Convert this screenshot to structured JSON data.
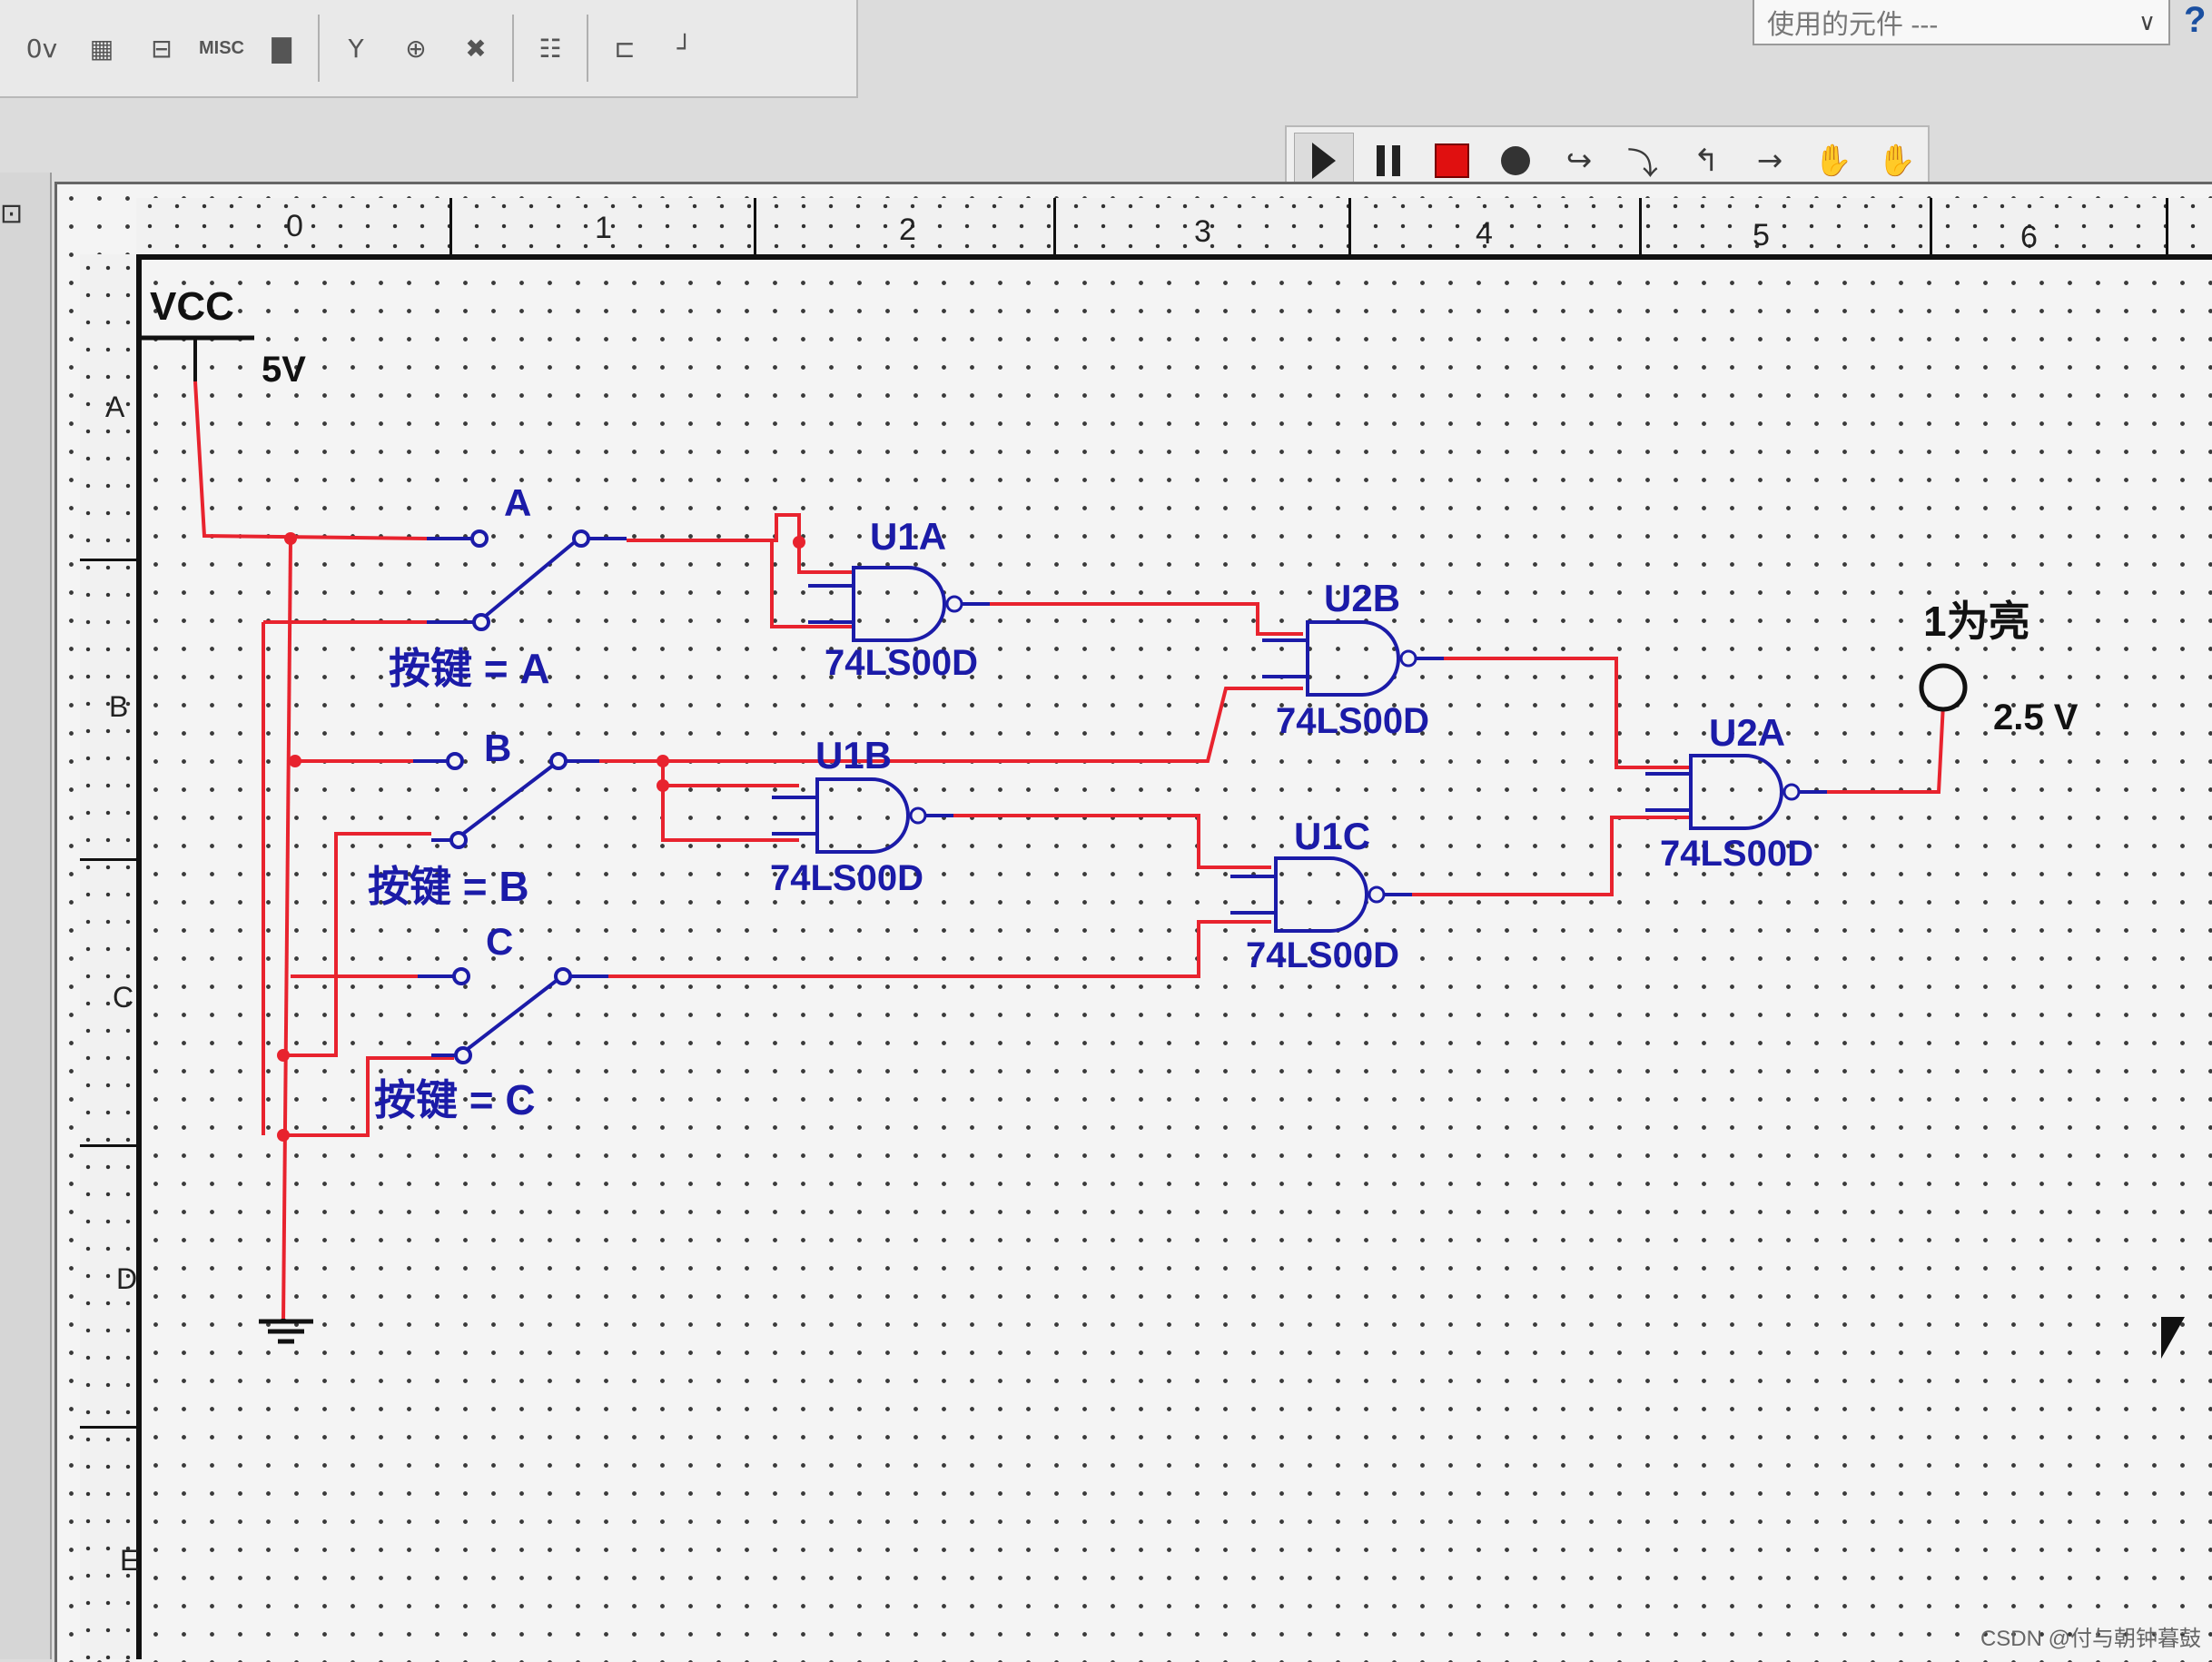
{
  "toolbar": {
    "buttons": [
      {
        "name": "tool-0v-icon",
        "glyph": "0v"
      },
      {
        "name": "tool-grid-icon",
        "glyph": "▦"
      },
      {
        "name": "tool-battery-icon",
        "glyph": "⊟"
      },
      {
        "name": "tool-misc",
        "glyph": "MISC"
      },
      {
        "name": "tool-display-icon",
        "glyph": "▇"
      },
      {
        "name": "tool-antenna-icon",
        "glyph": "Y"
      },
      {
        "name": "tool-motor-icon",
        "glyph": "⊕"
      },
      {
        "name": "tool-ic-icon",
        "glyph": "✖"
      },
      {
        "name": "tool-chip-icon",
        "glyph": "☷"
      },
      {
        "name": "tool-hier-icon",
        "glyph": "⊏"
      },
      {
        "name": "tool-step-icon",
        "glyph": "┘"
      }
    ]
  },
  "inuse_dropdown": {
    "value": "使用的元件 ---",
    "chevron": "chevron-down-icon"
  },
  "help_button": "?",
  "sim_toolbar": {
    "buttons": [
      "run-icon",
      "pause-icon",
      "stop-icon",
      "breakpoint-icon",
      "step-into-icon",
      "step-over-icon",
      "step-out-icon",
      "run-to-cursor-icon",
      "hand-icon",
      "hand-remove-icon"
    ]
  },
  "ruler": {
    "columns": [
      "0",
      "1",
      "2",
      "3",
      "4",
      "5",
      "6"
    ],
    "rows": [
      "A",
      "B",
      "C",
      "D",
      "E"
    ]
  },
  "schematic": {
    "vcc_label": "VCC",
    "vcc_value": "5V",
    "switches": [
      {
        "name": "A",
        "key_label": "按键 = A"
      },
      {
        "name": "B",
        "key_label": "按键 = B"
      },
      {
        "name": "C",
        "key_label": "按键 = C"
      }
    ],
    "gates": [
      {
        "ref": "U1A",
        "part": "74LS00D"
      },
      {
        "ref": "U1B",
        "part": "74LS00D"
      },
      {
        "ref": "U2B",
        "part": "74LS00D"
      },
      {
        "ref": "U1C",
        "part": "74LS00D"
      },
      {
        "ref": "U2A",
        "part": "74LS00D"
      }
    ],
    "probe_label": "1为亮",
    "probe_value": "2.5 V",
    "wire_color": "#e8232e",
    "label_color": "#1b1ba8"
  },
  "watermark": "CSDN @付与朝钟暮鼓"
}
